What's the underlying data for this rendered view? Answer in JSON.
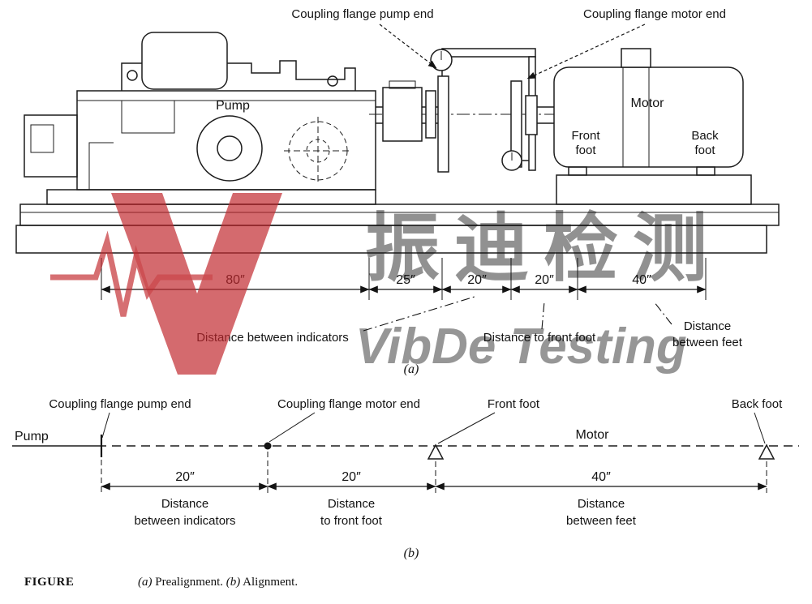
{
  "watermark": {
    "cn": "振迪检测",
    "en": "VibDe Testing",
    "accent_red": "#c22a2e",
    "gray": "#8f8f8f"
  },
  "fig_a": {
    "coupling_pump": "Coupling flange pump end",
    "coupling_motor": "Coupling flange motor end",
    "pump": "Pump",
    "motor": "Motor",
    "front_foot_1": "Front",
    "front_foot_2": "foot",
    "back_foot_1": "Back",
    "back_foot_2": "foot",
    "dims": [
      "80″",
      "25″",
      "20″",
      "20″",
      "40″"
    ],
    "ann_indicators": "Distance between indicators",
    "ann_front": "Distance to front foot",
    "ann_feet_1": "Distance",
    "ann_feet_2": "between feet",
    "tag": "(a)"
  },
  "fig_b": {
    "coupling_pump": "Coupling flange pump end",
    "coupling_motor": "Coupling flange motor end",
    "front_foot": "Front foot",
    "back_foot": "Back foot",
    "pump": "Pump",
    "motor": "Motor",
    "dims": [
      "20″",
      "20″",
      "40″"
    ],
    "ann1_1": "Distance",
    "ann1_2": "between indicators",
    "ann2_1": "Distance",
    "ann2_2": "to front foot",
    "ann3_1": "Distance",
    "ann3_2": "between feet",
    "tag": "(b)"
  },
  "caption": {
    "figure": "FIGURE",
    "a_tag": "(a)",
    "a_text": "Prealignment.",
    "b_tag": "(b)",
    "b_text": "Alignment."
  }
}
